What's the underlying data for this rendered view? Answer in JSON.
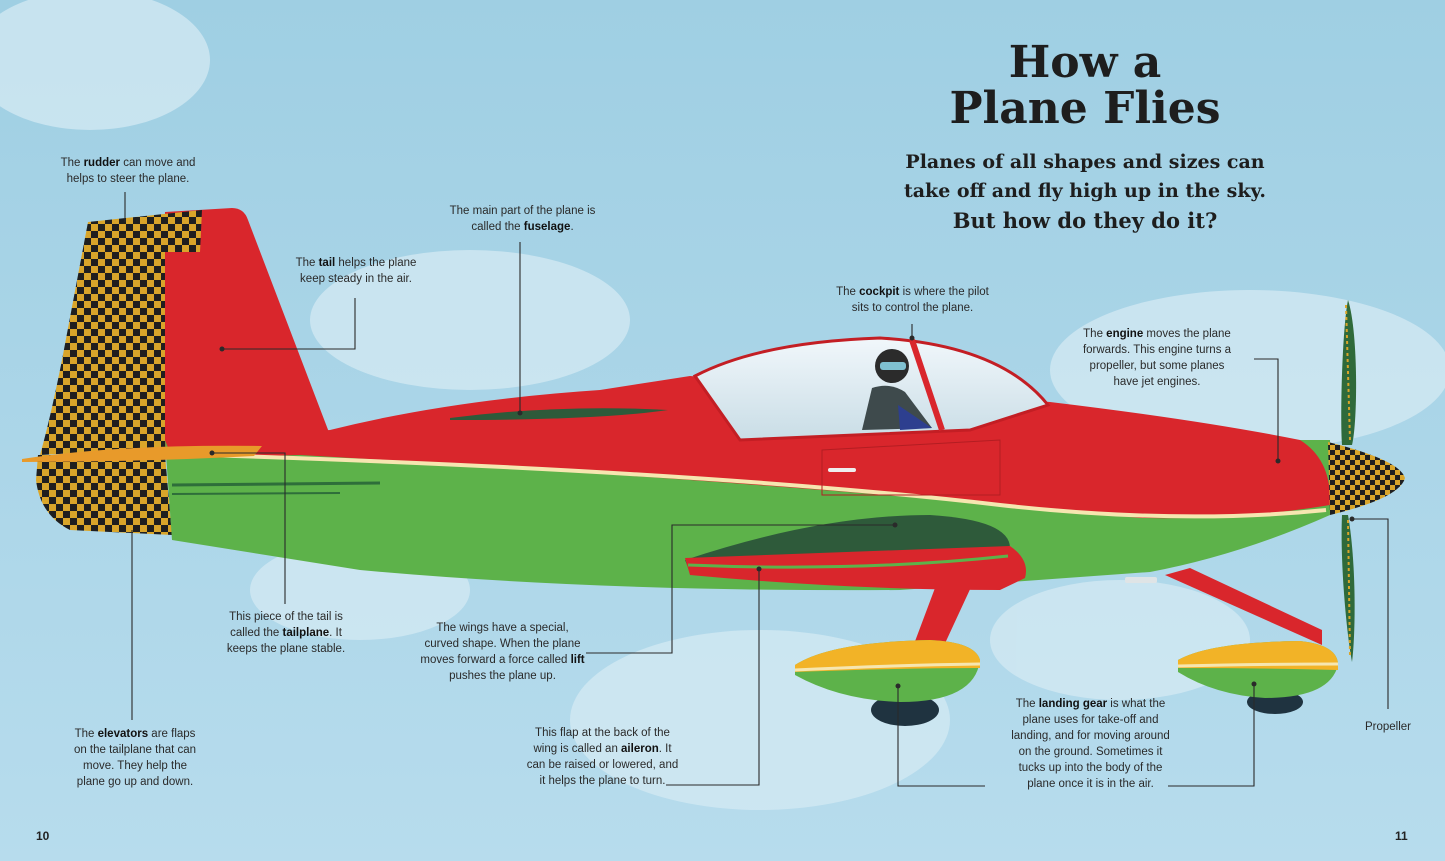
{
  "title": {
    "line1": "How a",
    "line2": "Plane Flies"
  },
  "subtitle": {
    "line1": "Planes of all shapes and sizes can",
    "line2": "take off and fly high up in the sky.",
    "line3": "But how do they do it?"
  },
  "labels": {
    "rudder": {
      "pre": "The ",
      "key": "rudder",
      "post": " can move and helps to steer the plane."
    },
    "fuselage": {
      "pre": "The main part of the plane is called the ",
      "key": "fuselage",
      "post": "."
    },
    "tail": {
      "pre": "The ",
      "key": "tail",
      "post": " helps the plane keep steady in the air."
    },
    "cockpit": {
      "pre": "The ",
      "key": "cockpit",
      "post": " is where the pilot sits to control the plane."
    },
    "engine": {
      "pre": "The ",
      "key": "engine",
      "post": " moves the plane forwards. This engine turns a propeller, but some planes have jet engines."
    },
    "tailplane": {
      "pre": "This piece of the tail is called the ",
      "key": "tailplane",
      "post": ". It keeps the plane stable."
    },
    "wings": {
      "pre": "The wings have a special, curved shape. When the plane moves forward a force called ",
      "key": "lift",
      "post": " pushes the plane up."
    },
    "elevators": {
      "pre": "The ",
      "key": "elevators",
      "post": " are flaps on the tailplane that can move. They help the plane go up and down."
    },
    "aileron": {
      "pre": "This flap at the back of the wing is called an ",
      "key": "aileron",
      "post": ". It can be raised or lowered, and it helps the plane to turn."
    },
    "landing_gear": {
      "pre": "The ",
      "key": "landing gear",
      "post": " is what the plane uses for take-off and landing, and for moving around on the ground. Sometimes it tucks up into the body of the plane once it is in the air."
    },
    "propeller": {
      "pre": "",
      "key": "",
      "post": "Propeller"
    }
  },
  "page_numbers": {
    "left": "10",
    "right": "11"
  },
  "colors": {
    "sky": "#a9d4e6",
    "fuselage_red": "#d9262c",
    "fuselage_green": "#5db24a",
    "checker_dark": "#1f1f1f",
    "checker_gold": "#d9a52a",
    "stripe_cream": "#f6e6b0",
    "wheel_fairing_yellow": "#f2b327"
  }
}
